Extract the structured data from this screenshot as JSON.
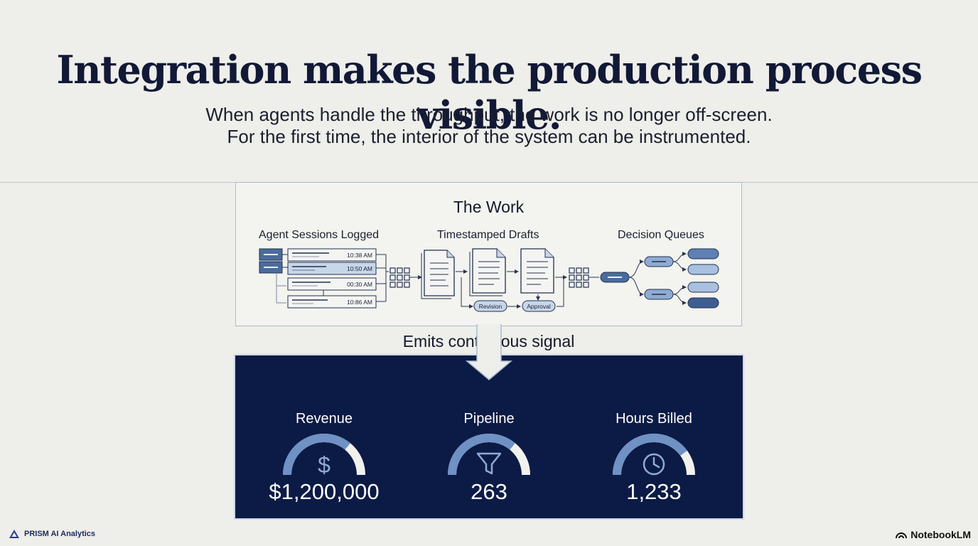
{
  "title": "Integration makes the production process visible.",
  "subtitle_lines": [
    "When agents handle the throughput, the work is no longer off-screen.",
    "For the first time, the interior of the system can be instrumented."
  ],
  "work": {
    "title": "The Work",
    "columns": [
      "Agent Sessions Logged",
      "Timestamped Drafts",
      "Decision Queues"
    ],
    "session_times": [
      "10:38 AM",
      "10:50 AM",
      "00:30 AM",
      "10:86 AM"
    ],
    "draft_tags": [
      "Revision",
      "Approval"
    ]
  },
  "signal_label": "Emits continuous signal",
  "metrics": [
    {
      "label": "Revenue",
      "value": "$1,200,000",
      "icon": "dollar-icon",
      "fill": 0.72
    },
    {
      "label": "Pipeline",
      "value": "263",
      "icon": "funnel-icon",
      "fill": 0.72
    },
    {
      "label": "Hours Billed",
      "value": "1,233",
      "icon": "clock-icon",
      "fill": 0.8
    }
  ],
  "footer": {
    "brand": "PRISM AI Analytics",
    "product": "NotebookLM"
  },
  "colors": {
    "navy": "#0c1b45",
    "accent_blue": "#6f91c4",
    "background": "#eeeeea"
  }
}
